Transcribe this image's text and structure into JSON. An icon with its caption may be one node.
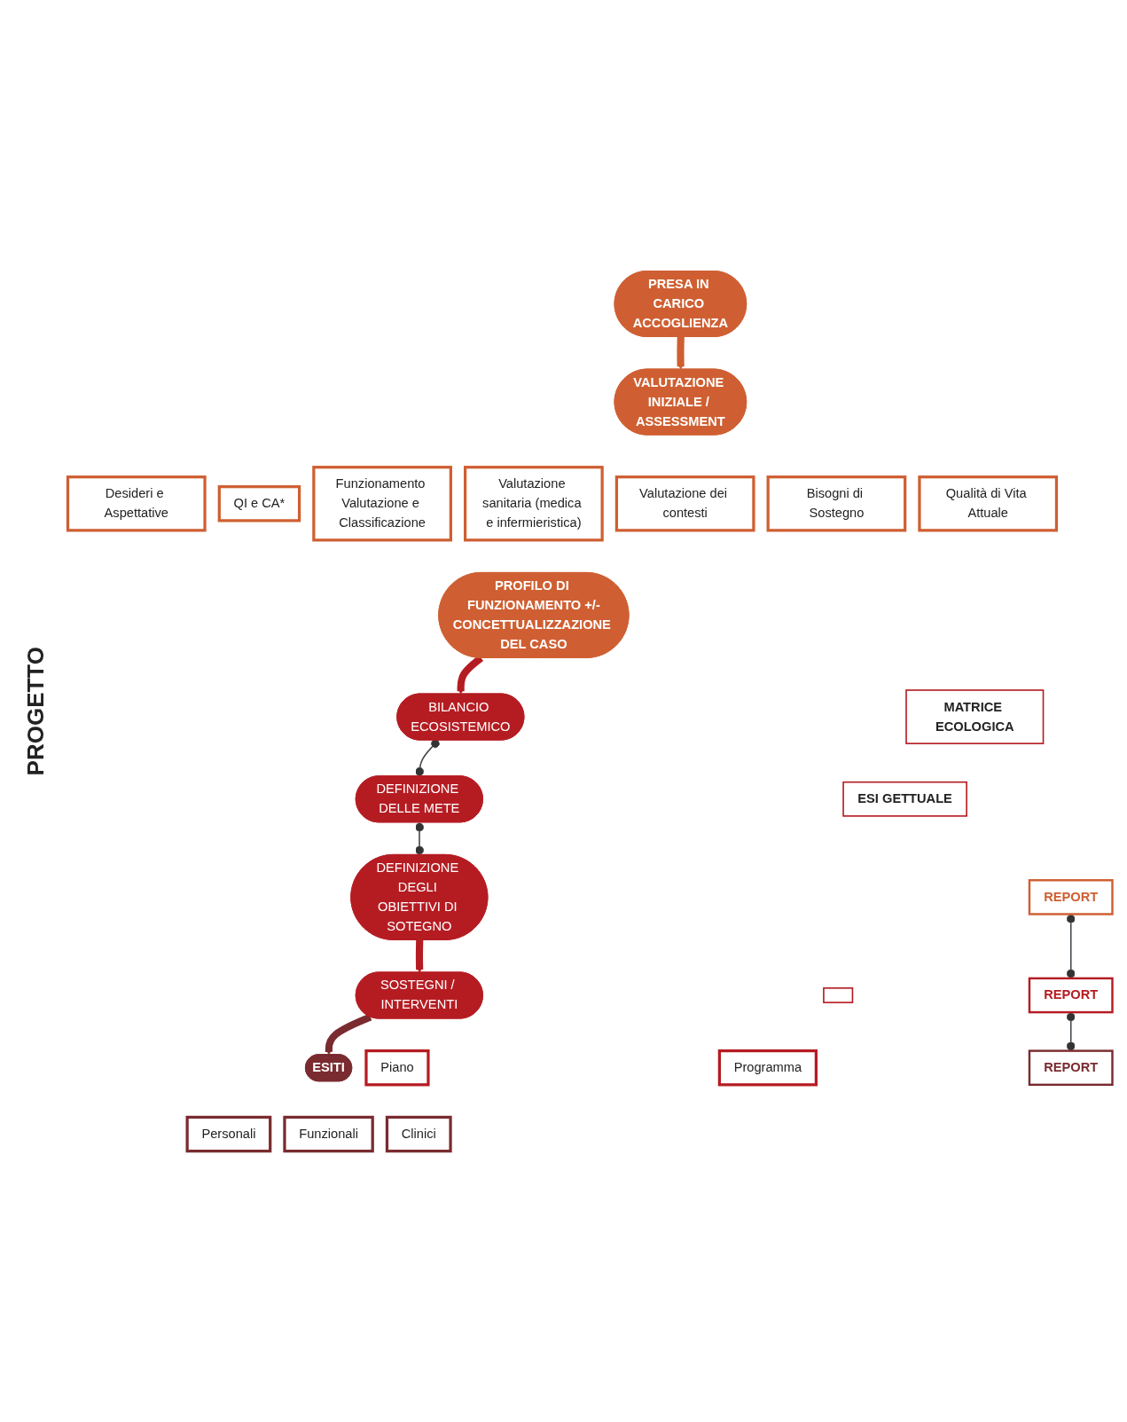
{
  "diagram": {
    "nodes": [
      {
        "text": [
          "PRESA IN CARICO ACCOGLIENZA"
        ]
      },
      {
        "text": [
          "VALUTAZIONE INIZIALE / ASSESSMENT"
        ]
      },
      {
        "text": [
          "Desideri e Aspettative"
        ]
      },
      {
        "text": [
          "QI e CA*"
        ]
      },
      {
        "text": [
          "Funzionamento Valutazione e Classificazione"
        ]
      },
      {
        "text": [
          "Valutazione sanitaria (medica e infermieristica)"
        ]
      },
      {
        "text": [
          "Valutazione dei contesti"
        ]
      },
      {
        "text": [
          "Bisogni di Sostegno"
        ]
      },
      {
        "text": [
          "Qualità di Vita Attuale"
        ]
      },
      {
        "text": [
          "REPORT"
        ]
      },
      {
        "text": [
          "PROFILO DI FUNZIONAMENTO +/-",
          "CONCETTUALIZZAZIONE DEL CASO"
        ]
      },
      {
        "text": [
          "BILANCIO ECOSISTEMICO"
        ]
      },
      {
        "text": [
          "MATRICE ECOLOGICA"
        ]
      },
      {
        "text": [
          "REPORT"
        ]
      },
      {
        "text": [
          "ESI GETTUALE"
        ]
      },
      {
        "text": [
          "DEFINIZIONE DELLE METE"
        ]
      },
      {
        "text": [
          "DEFINIZIONE DEGLI OBIETTIVI DI SOTEGNO"
        ]
      },
      {
        "text": [],
        "shape": "box"
      },
      {
        "text": [
          "SOSTEGNI / INTERVENTI"
        ]
      },
      {
        "text": [
          "Piano"
        ]
      },
      {
        "text": [
          "Programma"
        ]
      },
      {
        "text": [
          "ESITI"
        ]
      },
      {
        "text": [
          "REPORT"
        ]
      },
      {
        "text": [
          "Personali"
        ]
      },
      {
        "text": [
          "Funzionali"
        ]
      },
      {
        "text": [
          "Clinici"
        ]
      }
    ],
    "edges": [
      {
        "from": 0,
        "to": 1,
        "arrow": "to",
        "style": "thick",
        "color": "#cf5f32"
      },
      {
        "from": 10,
        "to": 11,
        "arrow": "to",
        "style": "thick",
        "color": "#b51c22"
      },
      {
        "from": 11,
        "to": 15,
        "arrow": "other"
      },
      {
        "from": 15,
        "to": 16,
        "arrow": "other"
      },
      {
        "from": 16,
        "to": 18,
        "arrow": "to",
        "style": "thick",
        "color": "#b51c22"
      },
      {
        "from": 18,
        "to": 21,
        "arrow": "to",
        "style": "thick",
        "color": "#7a2b30"
      },
      {
        "from": 9,
        "to": 13,
        "arrow": "other"
      },
      {
        "from": 13,
        "to": 22,
        "arrow": "other"
      }
    ],
    "labels": [
      "PROGETTO"
    ]
  }
}
